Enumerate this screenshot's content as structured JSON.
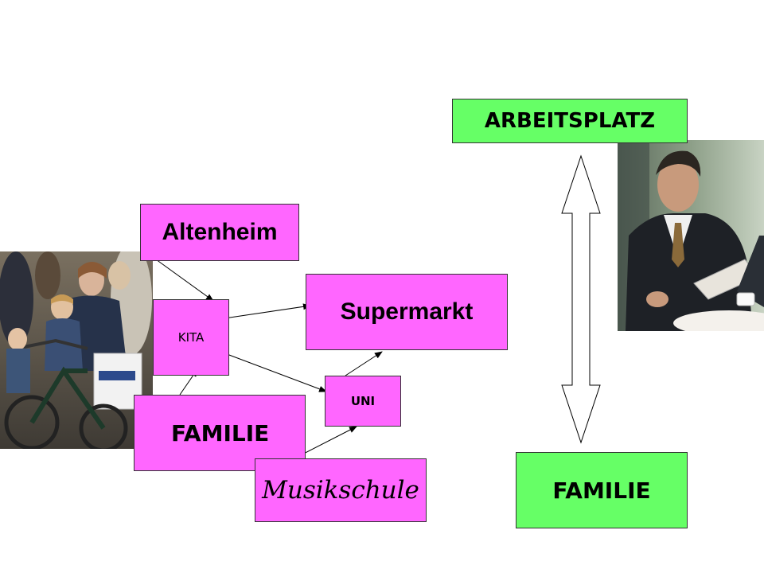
{
  "diagram": {
    "left": {
      "altenheim": "Altenheim",
      "kita": "KITA",
      "supermarkt": "Supermarkt",
      "uni": "UNI",
      "familie": "FAMILIE",
      "musikschule": "Musikschule"
    },
    "right": {
      "arbeitsplatz": "ARBEITSPLATZ",
      "familie": "FAMILIE"
    }
  },
  "colors": {
    "pink_box": "#ff66ff",
    "green_box": "#66ff66"
  },
  "images": {
    "left_photo": "mother-with-child-on-bicycle-photo",
    "right_photo": "businessman-at-cafe-photo"
  }
}
